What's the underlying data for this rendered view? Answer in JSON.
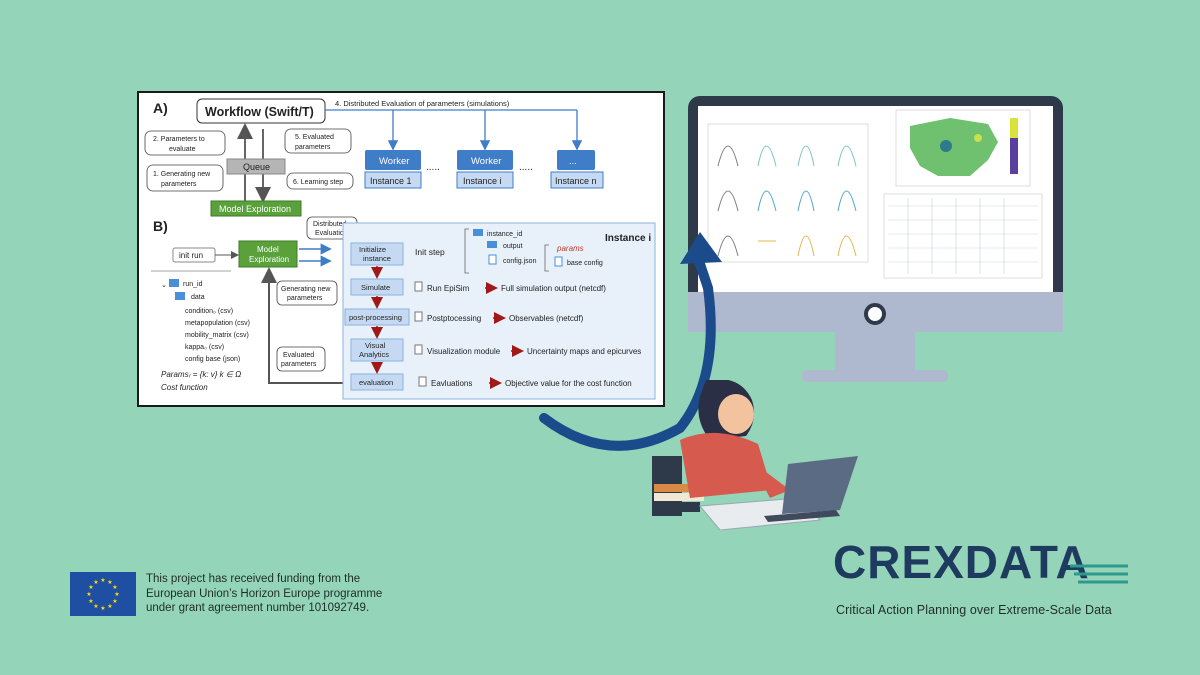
{
  "diagram": {
    "section_a": {
      "label": "A)",
      "title": "Workflow (Swift/T)",
      "distributed_label": "4. Distributed Evaluation of parameters (simulations)",
      "params_to_eval": [
        "2. Parameters to",
        "evaluate"
      ],
      "evaluated_params": [
        "5. Evaluated",
        "parameters"
      ],
      "generating": [
        "1. Generating new",
        "parameters"
      ],
      "learning": "6. Learning step",
      "queue": "Queue",
      "model_exploration": "Model Exploration",
      "workers": [
        {
          "name": "Worker",
          "instance": "Instance 1"
        },
        {
          "name": "Worker",
          "instance": "Instance i"
        },
        {
          "name": "...",
          "instance": "Instance n"
        }
      ],
      "dots": "....."
    },
    "section_b": {
      "label": "B)",
      "init_run": "init run",
      "model_exploration": [
        "Model",
        "Exploration"
      ],
      "distributed": [
        "Distributed",
        "Evaluation"
      ],
      "generating": [
        "Generating new",
        "parameters"
      ],
      "evaluated": [
        "Evaluated",
        "parameters"
      ],
      "tree": [
        "run_id",
        "data",
        "condition₀ (csv)",
        "metapopulation (csv)",
        "mobility_matrix (csv)",
        "kappa₀ (csv)",
        "config base (json)"
      ],
      "params_formula": "Params₍ = {k: v} k ∈ Ω",
      "cost_function": "Cost function",
      "instance_title": "Instance i",
      "init_step": "Init step",
      "instance_tree": [
        "instance_id",
        "output",
        "config.json"
      ],
      "params_label": "params",
      "base_config": "base config",
      "steps": [
        {
          "box": [
            "Initialize",
            "instance"
          ],
          "desc": "",
          "out": ""
        },
        {
          "box": [
            "Simulate"
          ],
          "desc": "Run EpiSim",
          "out": "Full simulation output  (netcdf)"
        },
        {
          "box": [
            "post-processing"
          ],
          "desc": "Postptocessing",
          "out": "Observables  (netcdf)"
        },
        {
          "box": [
            "Visual",
            "Analytics"
          ],
          "desc": "Visualization module",
          "out": "Uncertainty maps and epicurves"
        },
        {
          "box": [
            "evaluation"
          ],
          "desc": "Eavluations",
          "out": "Objective value for the cost function"
        }
      ]
    }
  },
  "funding": {
    "lines": [
      "This project has received funding from the",
      "European Union’s Horizon Europe programme",
      "under grant agreement number 101092749."
    ]
  },
  "brand": {
    "logo": "CREXDATA",
    "tagline": "Critical Action Planning over Extreme-Scale Data"
  },
  "colors": {
    "background": "#94d4b8",
    "worker_blue": "#3f7dc9",
    "instance_fill": "#c5daf2",
    "model_green": "#5aa13c",
    "logo_navy": "#1e3a5f",
    "logo_teal": "#2e9a8e",
    "arrow_navy": "#1c4b8c",
    "eu_blue": "#1f4fa3",
    "eu_star": "#ffdd00"
  },
  "icons": [
    "eu-flag-icon",
    "folder-icon",
    "file-icon",
    "curved-arrow-icon",
    "monitor-icon",
    "person-with-laptop-illustration"
  ]
}
